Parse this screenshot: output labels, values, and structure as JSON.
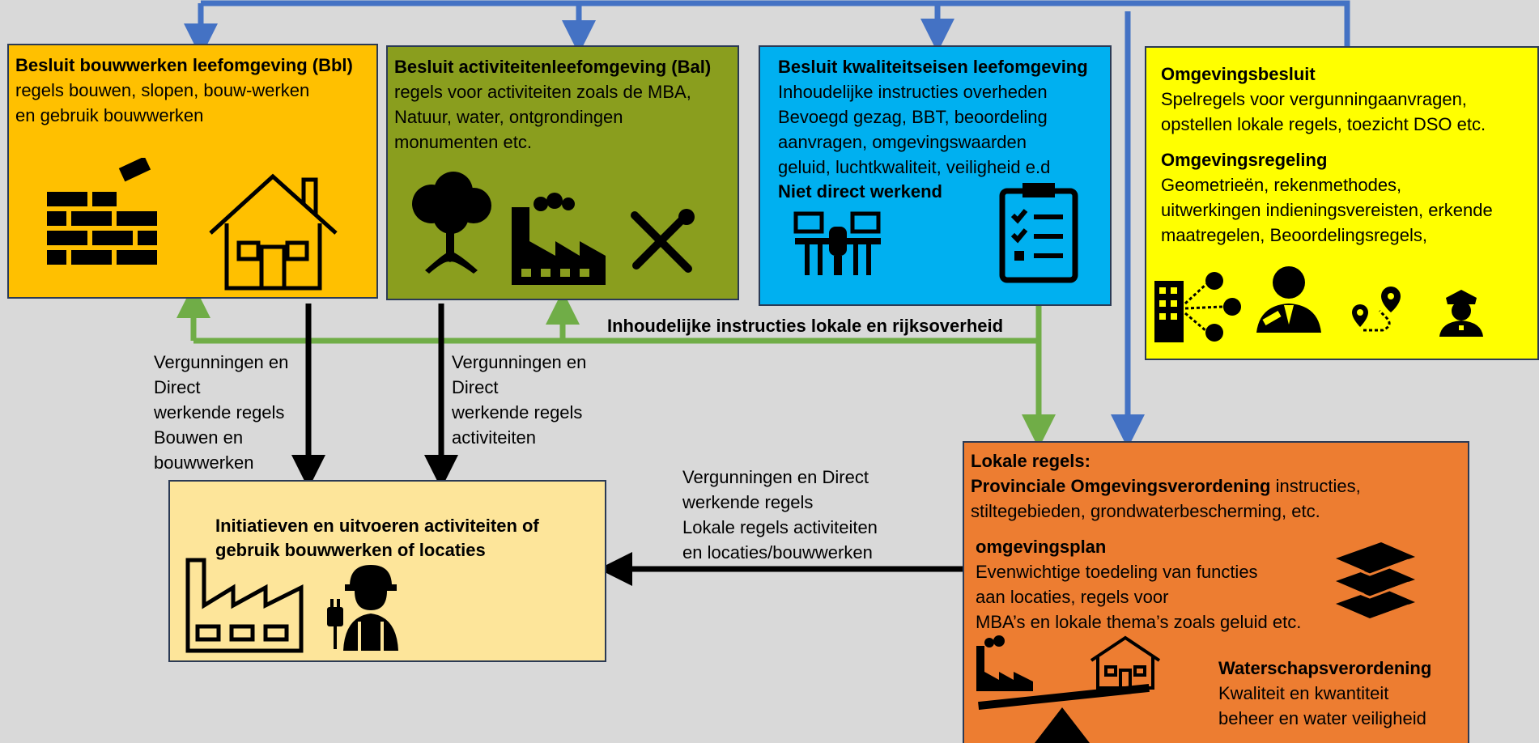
{
  "bbl": {
    "title": "Besluit bouwwerken leefomgeving (Bbl)",
    "lines": [
      "regels bouwen, slopen, bouw-werken",
      "en gebruik bouwwerken"
    ]
  },
  "bal": {
    "title": "Besluit activiteitenleefomgeving (Bal)",
    "lines": [
      "regels voor activiteiten zoals de MBA,",
      "Natuur, water, ontgrondingen",
      "monumenten etc."
    ]
  },
  "bkl": {
    "title": "Besluit kwaliteitseisen leefomgeving",
    "lines": [
      "Inhoudelijke instructies overheden",
      "Bevoegd gezag, BBT,  beoordeling",
      "aanvragen, omgevingswaarden",
      "geluid, luchtkwaliteit, veiligheid e.d"
    ],
    "note": "Niet direct werkend"
  },
  "ob": {
    "title": "Omgevingsbesluit",
    "lines": [
      "Spelregels voor vergunningaanvragen,",
      "opstellen lokale regels, toezicht DSO etc."
    ],
    "title2": "Omgevingsregeling",
    "lines2": [
      "Geometrieën, rekenmethodes,",
      "uitwerkingen indieningsvereisten, erkende",
      "maatregelen, Beoordelingsregels,"
    ]
  },
  "init": {
    "title": "Initiatieven en uitvoeren activiteiten of gebruik bouwwerken of locaties"
  },
  "local": {
    "title": "Lokale regels:",
    "prov_bold": "Provinciale Omgevingsverordening",
    "prov_rest": " instructies,",
    "prov_line2": "stiltegebieden, grondwaterbescherming, etc.",
    "plan_title": "omgevingsplan",
    "plan_lines": [
      "Evenwichtige toedeling van functies",
      "aan locaties, regels voor",
      "MBA’s en lokale thema’s zoals geluid etc."
    ],
    "ws_title": "Waterschapsverordening",
    "ws_lines": [
      "Kwaliteit en kwantiteit",
      "beheer en water veiligheid"
    ]
  },
  "labels": {
    "bbl_flow": [
      "Vergunningen en",
      "Direct",
      "werkende regels",
      "Bouwen en",
      "bouwwerken"
    ],
    "bal_flow": [
      "Vergunningen en",
      "Direct",
      "werkende regels",
      "activiteiten"
    ],
    "local_flow": [
      "Vergunningen en Direct",
      "werkende regels",
      "Lokale regels activiteiten",
      "en locaties/bouwwerken"
    ],
    "instructies": "Inhoudelijke instructies lokale en rijksoverheid"
  },
  "colors": {
    "bbl": "#ffc000",
    "bal": "#8a9e1e",
    "bkl": "#00b0f0",
    "ob": "#ffff00",
    "init": "#fde59a",
    "local": "#ed7d31",
    "blue_arrow": "#4472c4",
    "green_arrow": "#70ad47",
    "black_arrow": "#000000"
  }
}
